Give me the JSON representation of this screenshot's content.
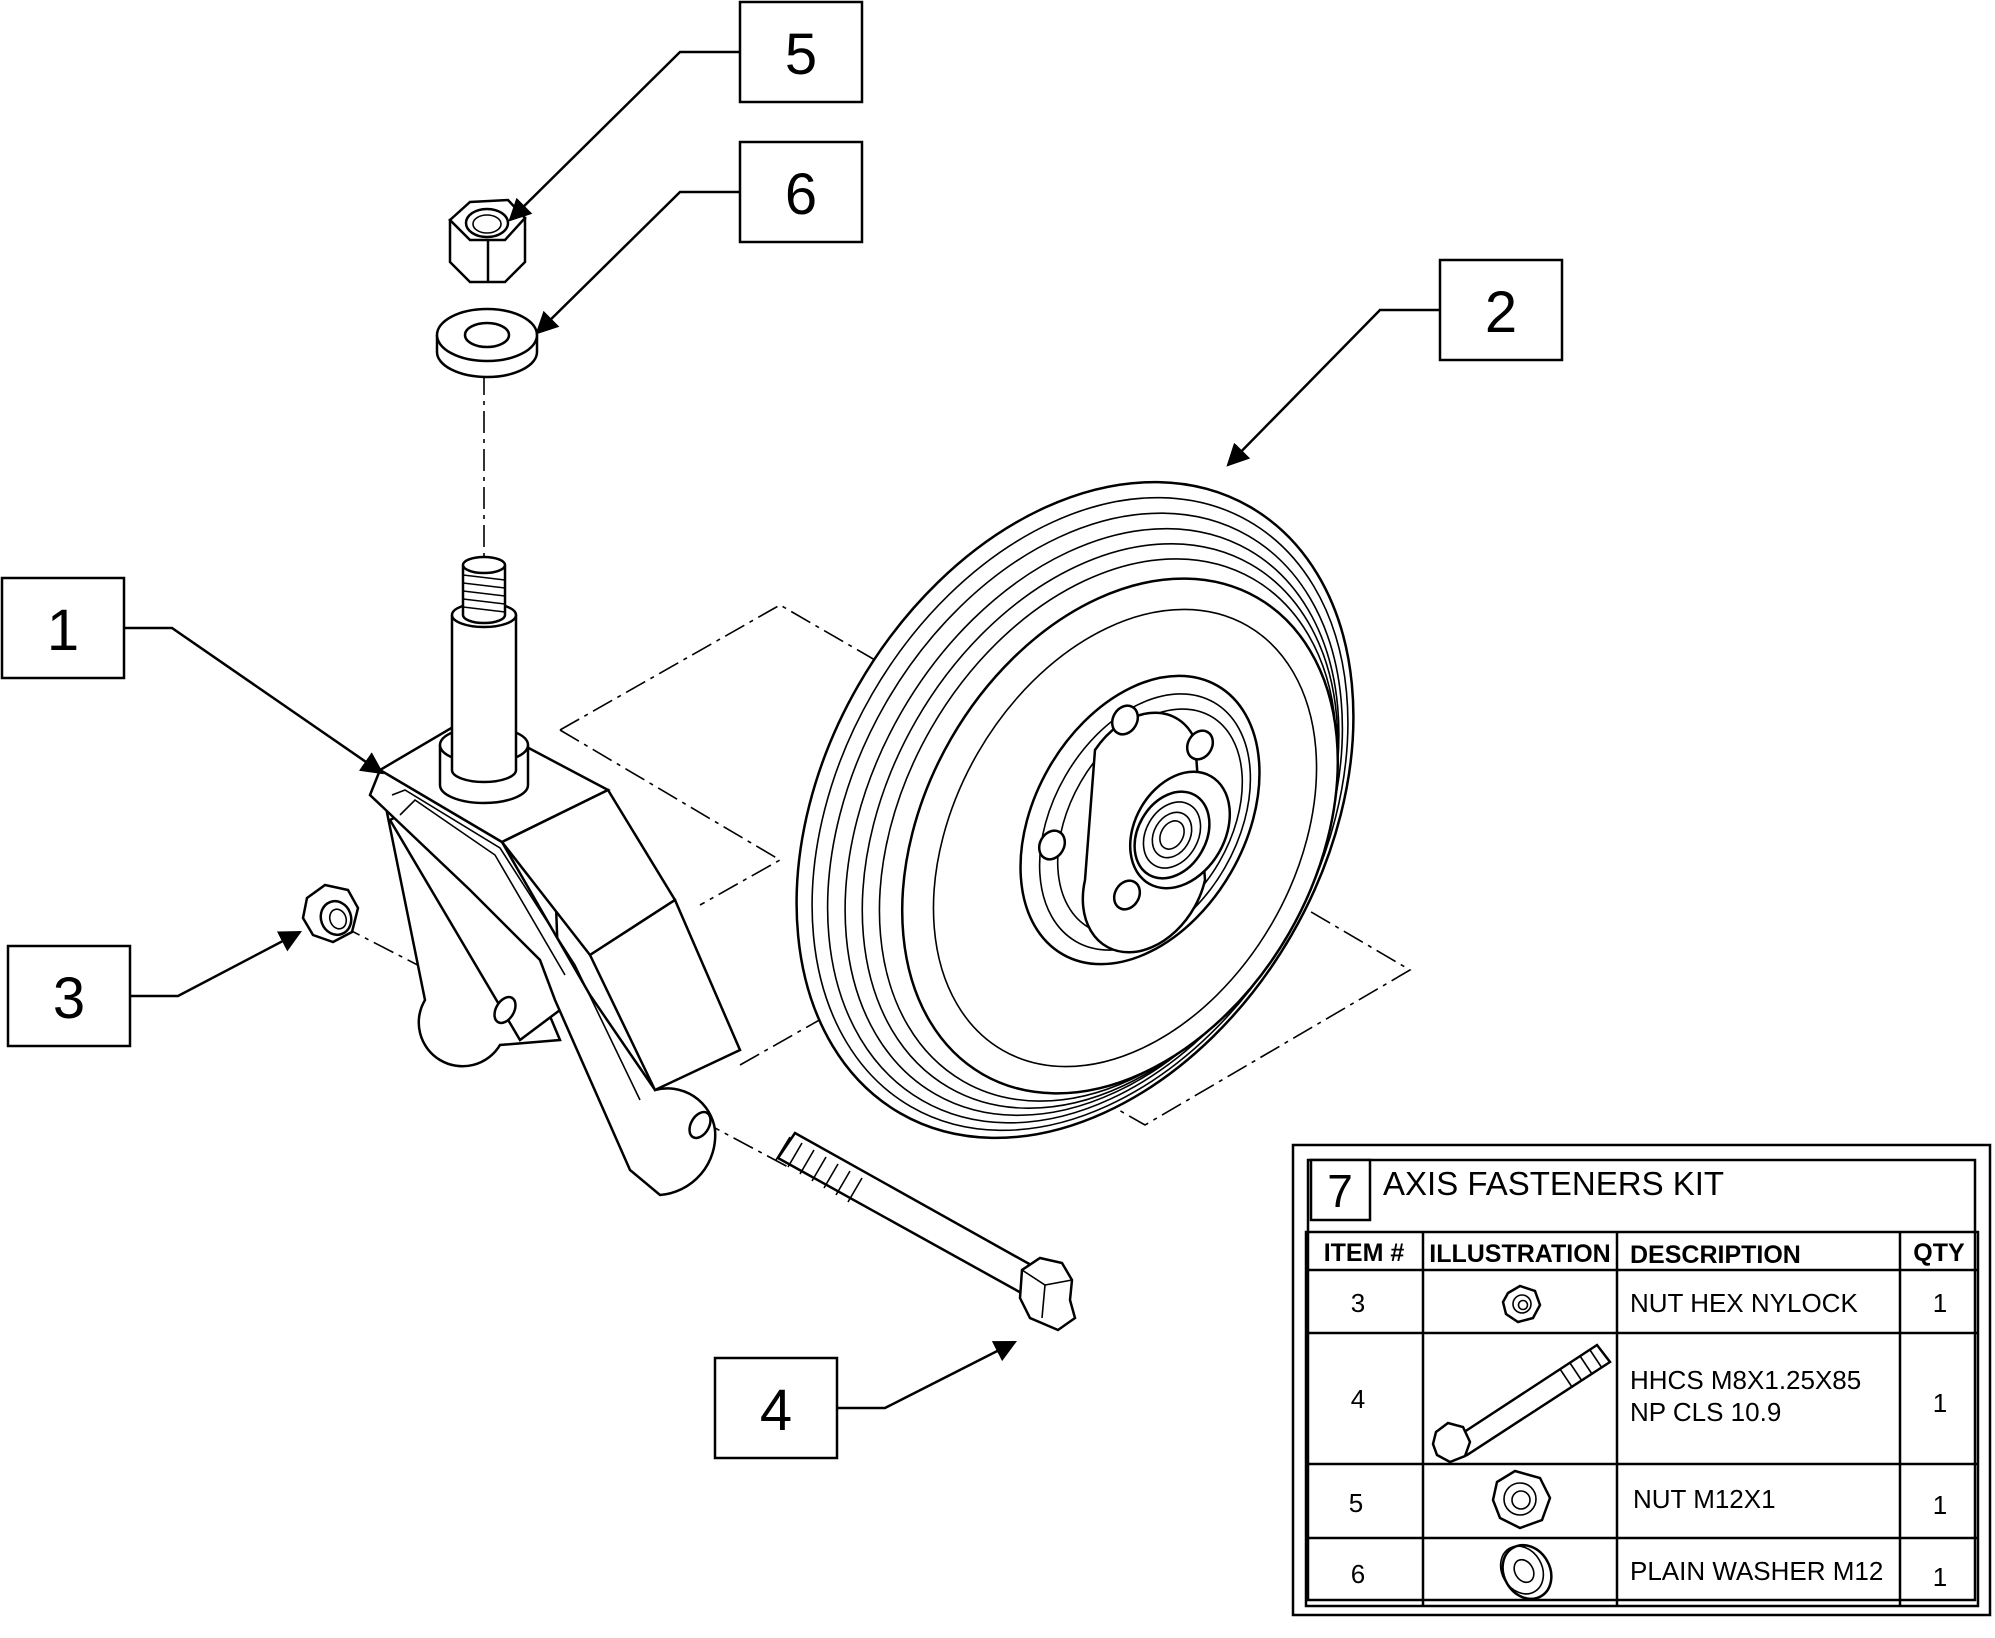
{
  "callouts": [
    {
      "id": "1",
      "label": "1"
    },
    {
      "id": "2",
      "label": "2"
    },
    {
      "id": "3",
      "label": "3"
    },
    {
      "id": "4",
      "label": "4"
    },
    {
      "id": "5",
      "label": "5"
    },
    {
      "id": "6",
      "label": "6"
    }
  ],
  "kit": {
    "number": "7",
    "title": "AXIS FASTENERS KIT",
    "headers": {
      "item": "ITEM #",
      "illustration": "ILLUSTRATION",
      "description": "DESCRIPTION",
      "qty": "QTY"
    },
    "rows": [
      {
        "item": "3",
        "description_lines": [
          "NUT HEX NYLOCK"
        ],
        "qty": "1",
        "icon": "nylock-nut-icon"
      },
      {
        "item": "4",
        "description_lines": [
          "HHCS M8X1.25X85",
          "NP CLS 10.9"
        ],
        "qty": "1",
        "icon": "hex-bolt-icon"
      },
      {
        "item": "5",
        "description_lines": [
          "NUT M12X1"
        ],
        "qty": "1",
        "icon": "hex-nut-icon"
      },
      {
        "item": "6",
        "description_lines": [
          "PLAIN WASHER M12"
        ],
        "qty": "1",
        "icon": "washer-icon"
      }
    ]
  }
}
